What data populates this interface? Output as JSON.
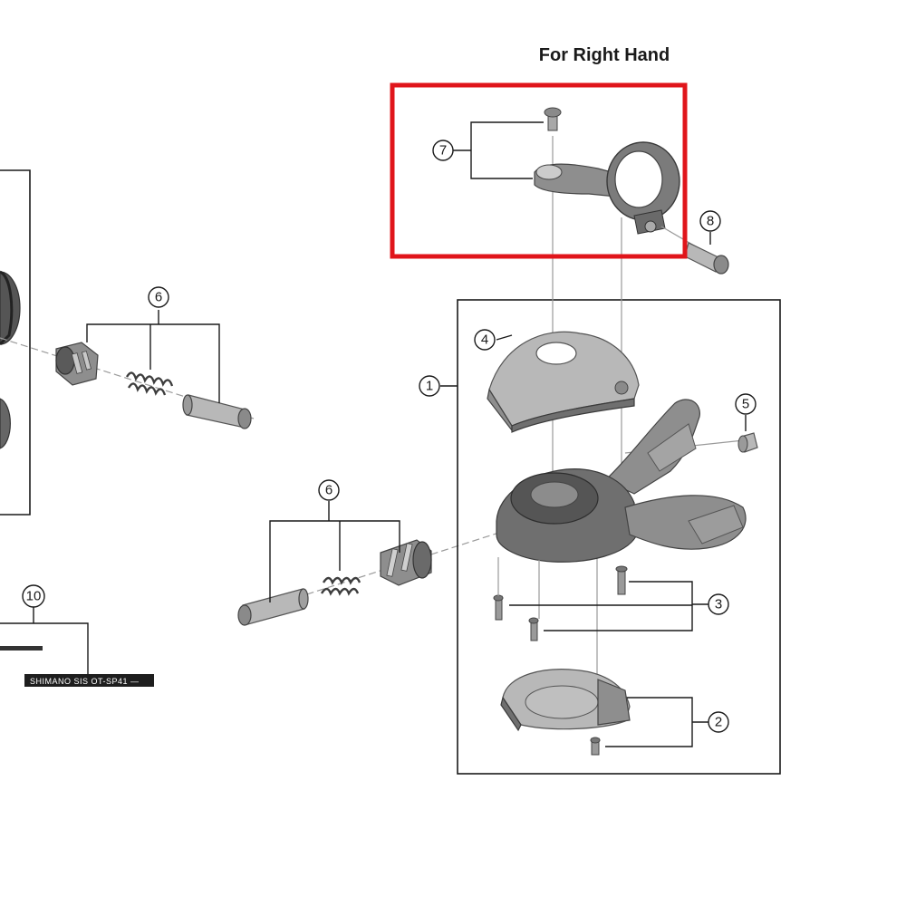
{
  "title": "For Right Hand",
  "colors": {
    "highlight": "#e0151b",
    "line": "#1a1a1a",
    "part_dark": "#6f6f6f",
    "part_light": "#b8b8b8"
  },
  "callouts": [
    {
      "id": "1",
      "number": "1"
    },
    {
      "id": "2",
      "number": "2"
    },
    {
      "id": "3",
      "number": "3"
    },
    {
      "id": "4",
      "number": "4"
    },
    {
      "id": "5",
      "number": "5"
    },
    {
      "id": "6a",
      "number": "6"
    },
    {
      "id": "6b",
      "number": "6"
    },
    {
      "id": "7",
      "number": "7"
    },
    {
      "id": "8",
      "number": "8"
    },
    {
      "id": "10",
      "number": "10"
    }
  ],
  "label_strip": {
    "text": "SHIMANO SIS  OT-SP41 —"
  }
}
